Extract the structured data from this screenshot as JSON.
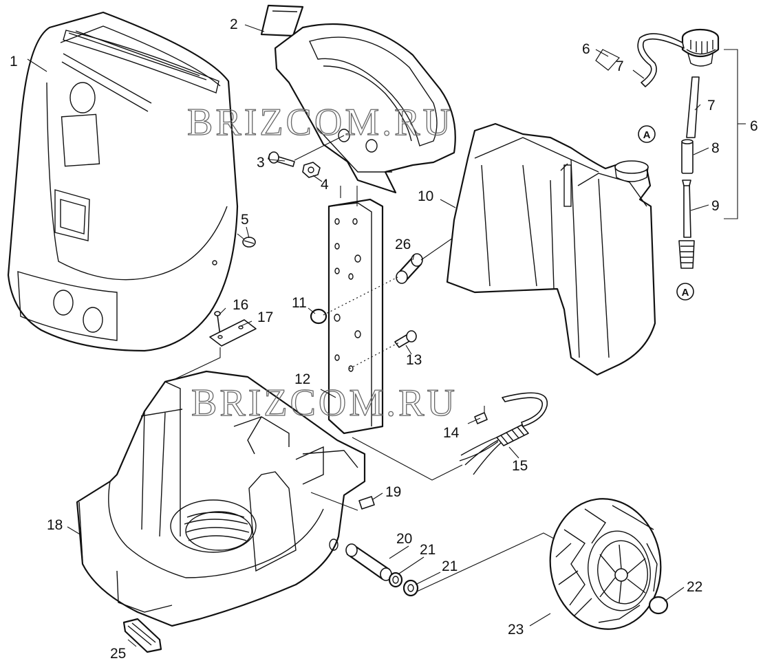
{
  "watermarks": [
    "BRIZCOM.RU",
    "BRIZCOM.RU"
  ],
  "reference_marker": "A",
  "callouts": {
    "c1": "1",
    "c2": "2",
    "c3": "3",
    "c4": "4",
    "c5": "5",
    "c6a": "6",
    "c6b": "6",
    "c7a": "7",
    "c7b": "7",
    "c8": "8",
    "c9": "9",
    "c10": "10",
    "c11": "11",
    "c12": "12",
    "c13": "13",
    "c14": "14",
    "c15": "15",
    "c16": "16",
    "c17": "17",
    "c18": "18",
    "c19": "19",
    "c20": "20",
    "c21a": "21",
    "c21b": "21",
    "c22": "22",
    "c23": "23",
    "c25": "25",
    "c26": "26"
  }
}
